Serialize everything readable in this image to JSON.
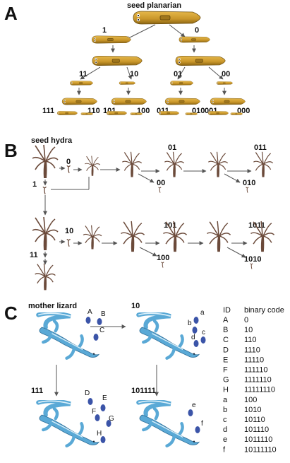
{
  "panelA": {
    "letter": "A",
    "title": "seed planarian",
    "codes": {
      "l1": "1",
      "r1": "0",
      "l2a": "11",
      "l2b": "10",
      "r2a": "01",
      "r2b": "00",
      "l3a": "111",
      "l3b": "110",
      "l3c": "101",
      "l3d": "100",
      "r3a": "011",
      "r3b": "010",
      "r3c": "001",
      "r3d": "000"
    }
  },
  "panelB": {
    "letter": "B",
    "title": "seed hydra",
    "codes": {
      "c0": "0",
      "c01": "01",
      "c011": "011",
      "c00": "00",
      "c010": "010",
      "c1": "1",
      "c10": "10",
      "c101": "101",
      "c1011": "1011",
      "c100": "100",
      "c1010": "1010",
      "c11": "11"
    }
  },
  "panelC": {
    "letter": "C",
    "mother_label": "mother lizard",
    "child_10": "10",
    "child_111": "111",
    "child_101111": "101111",
    "table_header": {
      "id": "ID",
      "code": "binary code"
    },
    "rows": [
      {
        "id": "A",
        "code": "0"
      },
      {
        "id": "B",
        "code": "10"
      },
      {
        "id": "C",
        "code": "110"
      },
      {
        "id": "D",
        "code": "1110"
      },
      {
        "id": "E",
        "code": "11110"
      },
      {
        "id": "F",
        "code": "111110"
      },
      {
        "id": "G",
        "code": "1111110"
      },
      {
        "id": "H",
        "code": "11111110"
      },
      {
        "id": "a",
        "code": "100"
      },
      {
        "id": "b",
        "code": "1010"
      },
      {
        "id": "c",
        "code": "10110"
      },
      {
        "id": "d",
        "code": "101110"
      },
      {
        "id": "e",
        "code": "1011110"
      },
      {
        "id": "f",
        "code": "10111110"
      }
    ],
    "egg_ids_mother": [
      "A",
      "B",
      "C"
    ],
    "egg_ids_10": [
      "a",
      "b",
      "c",
      "d"
    ],
    "egg_ids_111": [
      "D",
      "E",
      "F",
      "G",
      "H"
    ],
    "egg_ids_101111": [
      "e",
      "f"
    ]
  },
  "colors": {
    "planarian_body": "#c9962a",
    "planarian_dark": "#8a6412",
    "hydra": "#6b4a3a",
    "lizard": "#5aa9d6",
    "egg": "#3b54a8",
    "arrow": "#555555"
  }
}
